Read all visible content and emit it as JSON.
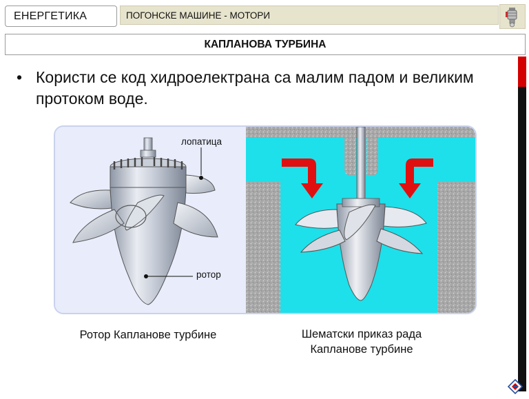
{
  "header": {
    "category": "ЕНЕРГЕТИКА",
    "section": "ПОГОНСКЕ МАШИНЕ - МОТОРИ",
    "icon": "engine-icon"
  },
  "title": "КАПЛАНОВА ТУРБИНА",
  "bullet": "Користи се код хидроелектрана са малим падом и великим протоком воде.",
  "figure": {
    "label_blade": "лопатица",
    "label_rotor": "ротор",
    "caption_left": "Ротор Каплановe турбине",
    "caption_right_line1": "Шематски приказ рада",
    "caption_right_line2": "Капланове турбине"
  },
  "colors": {
    "header_bg": "#e7e4cd",
    "water": "#1de0ea",
    "flow_arrow": "#e01010",
    "strip_red": "#d40000",
    "strip_black": "#111111"
  }
}
